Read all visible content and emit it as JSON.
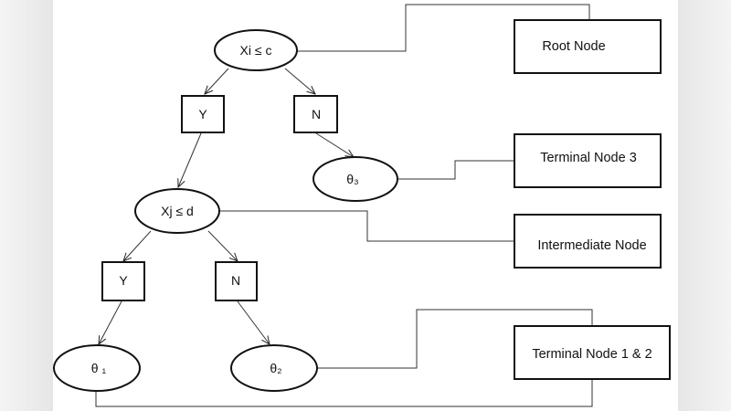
{
  "nodes": {
    "root": "Xi ≤ c",
    "root_yes": "Y",
    "root_no": "N",
    "theta3": "θ₃",
    "intermediate": "Xj ≤ d",
    "inter_yes": "Y",
    "inter_no": "N",
    "theta1": "θ ₁",
    "theta2": "θ₂"
  },
  "labels": {
    "root": "Root Node",
    "terminal3": "Terminal Node 3",
    "intermediate": "Intermediate Node",
    "terminal12": "Terminal Node 1 & 2"
  }
}
